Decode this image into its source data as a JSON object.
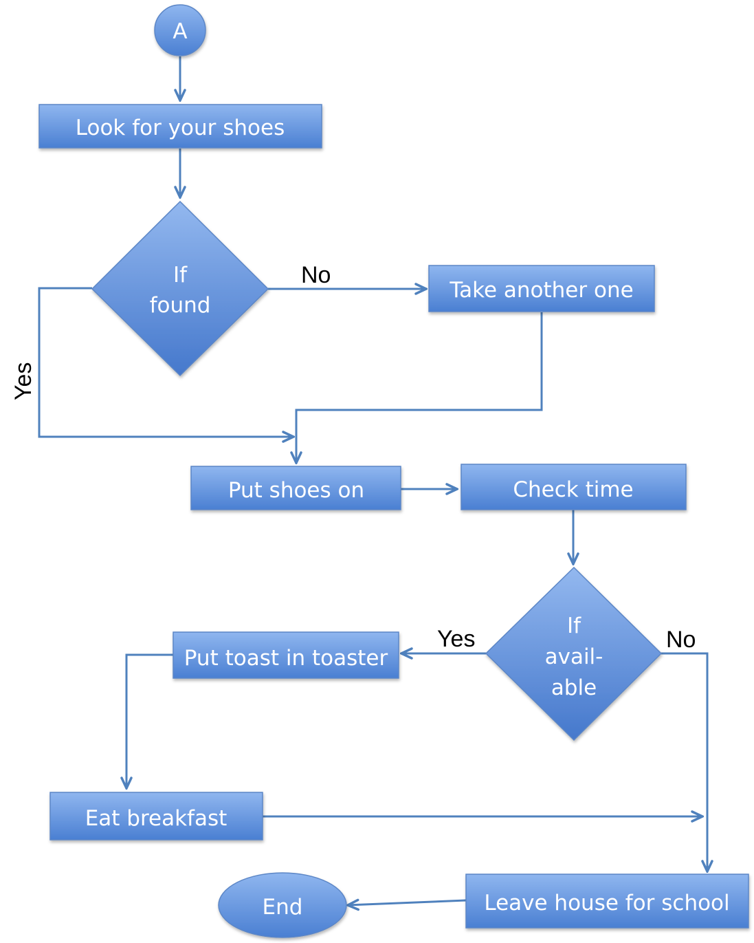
{
  "diagram": {
    "type": "flowchart",
    "nodes": {
      "connector_a": {
        "shape": "circle",
        "label": "A"
      },
      "look_for_shoes": {
        "shape": "process",
        "label": "Look for your shoes"
      },
      "if_found": {
        "shape": "decision",
        "label_lines": [
          "If",
          "found"
        ]
      },
      "take_another": {
        "shape": "process",
        "label": "Take another one"
      },
      "put_shoes_on": {
        "shape": "process",
        "label": "Put shoes on"
      },
      "check_time": {
        "shape": "process",
        "label": "Check time"
      },
      "if_available": {
        "shape": "decision",
        "label_lines": [
          "If",
          "avail-",
          "able"
        ]
      },
      "put_toast": {
        "shape": "process",
        "label": "Put toast in toaster"
      },
      "eat_breakfast": {
        "shape": "process",
        "label": "Eat breakfast"
      },
      "leave_house": {
        "shape": "process",
        "label": "Leave house for school"
      },
      "end": {
        "shape": "terminator",
        "label": "End"
      }
    },
    "edge_labels": {
      "found_no": "No",
      "found_yes": "Yes",
      "available_yes": "Yes",
      "available_no": "No"
    },
    "colors": {
      "fill_light": "#8fb6ef",
      "fill_dark": "#4a7fd2",
      "stroke": "#4f81bd",
      "text": "#ffffff"
    }
  }
}
